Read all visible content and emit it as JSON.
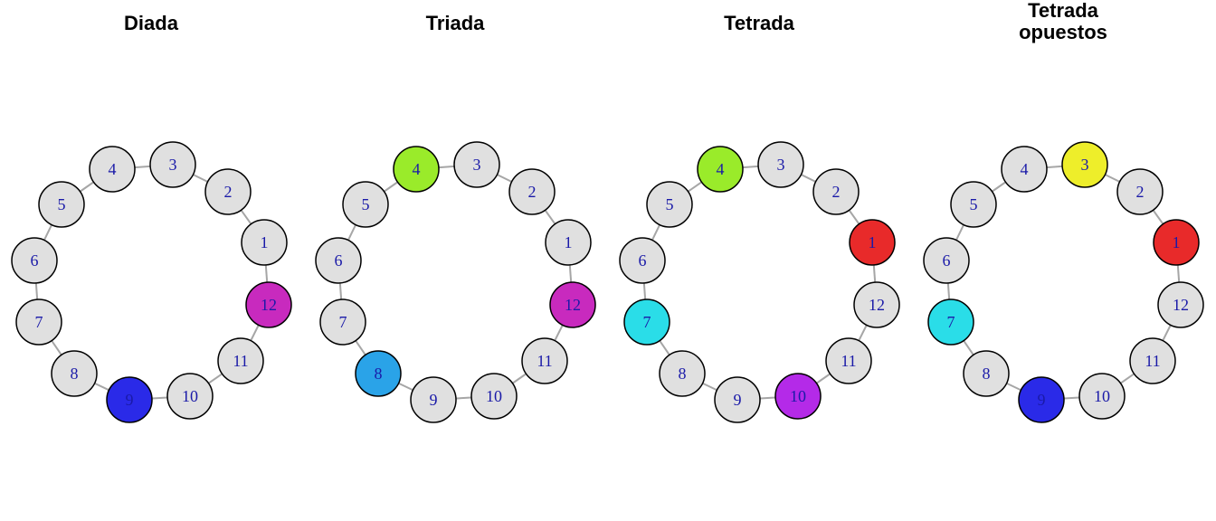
{
  "default_node_color": "#E0E0E0",
  "edge_color": "#A6A6A6",
  "node_labels": [
    "1",
    "2",
    "3",
    "4",
    "5",
    "6",
    "7",
    "8",
    "9",
    "10",
    "11",
    "12"
  ],
  "panels": [
    {
      "title": "Diada",
      "highlights": {
        "9": "#2A2AE8",
        "12": "#C82ABE"
      }
    },
    {
      "title": "Triada",
      "highlights": {
        "4": "#9AEB2A",
        "8": "#2AA3E8",
        "12": "#C82ABE"
      }
    },
    {
      "title": "Tetrada",
      "highlights": {
        "1": "#E82A2A",
        "4": "#9AEB2A",
        "7": "#2ADDE8",
        "10": "#B42AE8"
      }
    },
    {
      "title": "Tetrada\nopuestos",
      "highlights": {
        "1": "#E82A2A",
        "3": "#EEEE2A",
        "7": "#2ADDE8",
        "9": "#2A2AE8"
      }
    }
  ]
}
